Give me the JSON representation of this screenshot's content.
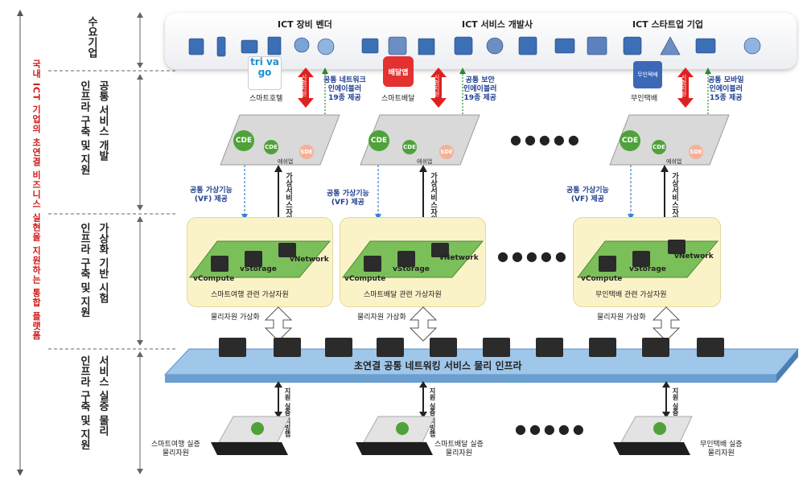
{
  "side_title": "국내 ICT 기업의 초연결 비즈니스 실현을 지원하는 통합 플랫폼",
  "rows": [
    {
      "head": "수요기업"
    },
    {
      "a": "인프라 구축 및 지원",
      "b": "공통 서비스 개발"
    },
    {
      "a": "인프라 구축 및 지원",
      "b": "가상화 기반 시험"
    },
    {
      "a": "인프라 구축 및 지원",
      "b": "서비스 실증 물리"
    }
  ],
  "banner": {
    "vendor": "ICT 장비 벤더",
    "dev": "ICT 서비스 개발사",
    "startup": "ICT 스타트업 기업"
  },
  "services": [
    {
      "name": "스마트호텔",
      "logo_text": "tri va go",
      "platform": "공통 네트워크 인에이블러 19종 제공",
      "platform_lines": [
        "공통 네트워크",
        "인에이블러",
        "19종 제공"
      ]
    },
    {
      "name": "스마트배달",
      "logo_text": "배달앱",
      "platform": "공통 보안 인에이블러 19종 제공",
      "platform_lines": [
        "공통 보안",
        "인에이블러",
        "19종 제공"
      ]
    },
    {
      "name": "무인택배",
      "logo_text": "무인택배",
      "platform": "공통 모바일 인에이블러 15종 제공",
      "platform_lines": [
        "공통 모바일",
        "인에이블러",
        "15종 제공"
      ]
    }
  ],
  "red_arrow_label": "시험지원",
  "vf_label_lines": [
    "공통 가상기능",
    "(VF) 제공"
  ],
  "vres_label": "가상서비스자원",
  "cde": "CDE",
  "sde": "SDE",
  "edge_label": "에쉬업",
  "virtual_labels": {
    "compute": "vCompute",
    "storage": "vStorage",
    "network": "vNetwork"
  },
  "virtual_titles": [
    "스마트여행 관련 가상자원",
    "스마트배달 관련 가상자원",
    "무인택배 관련 가상자원"
  ],
  "phys_virt": "물리자원 가상화",
  "infra_bar": "초연결 공통 네트워킹 서비스 물리 인프라",
  "testbed_label": "지원 실증 리빙랩",
  "physical": [
    {
      "lines": [
        "스마트여행 실증",
        "물리자원"
      ]
    },
    {
      "lines": [
        "스마트배달 실증",
        "물리자원"
      ]
    },
    {
      "lines": [
        "무인택배 실증",
        "물리자원"
      ]
    }
  ],
  "dots": "●●●●●",
  "colors": {
    "red": "#e02020",
    "blue": "#1f4ea8",
    "yellow": "#fbf3c8",
    "bar": "#9fc7ea",
    "green": "#4fa23a"
  }
}
